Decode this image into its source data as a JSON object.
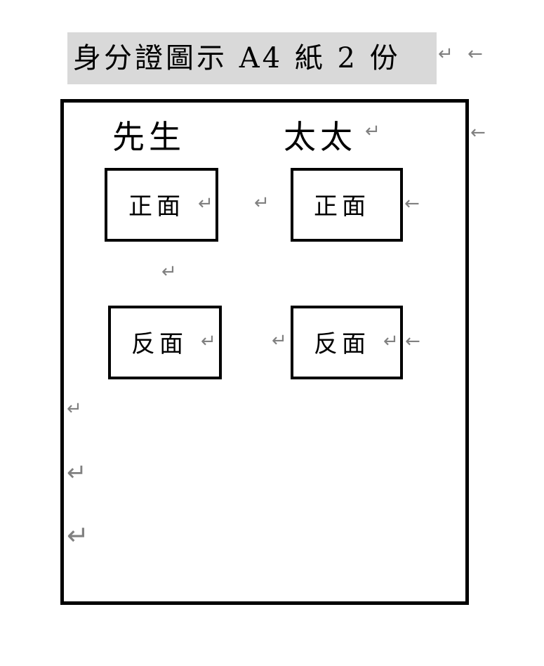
{
  "title": "身分證圖示 A4 紙 2 份",
  "paragraph_mark": "↵",
  "arrow_mark": "←",
  "columns": [
    {
      "label": "先生",
      "front": "正面",
      "back": "反面"
    },
    {
      "label": "太太",
      "front": "正面",
      "back": "反面"
    }
  ]
}
